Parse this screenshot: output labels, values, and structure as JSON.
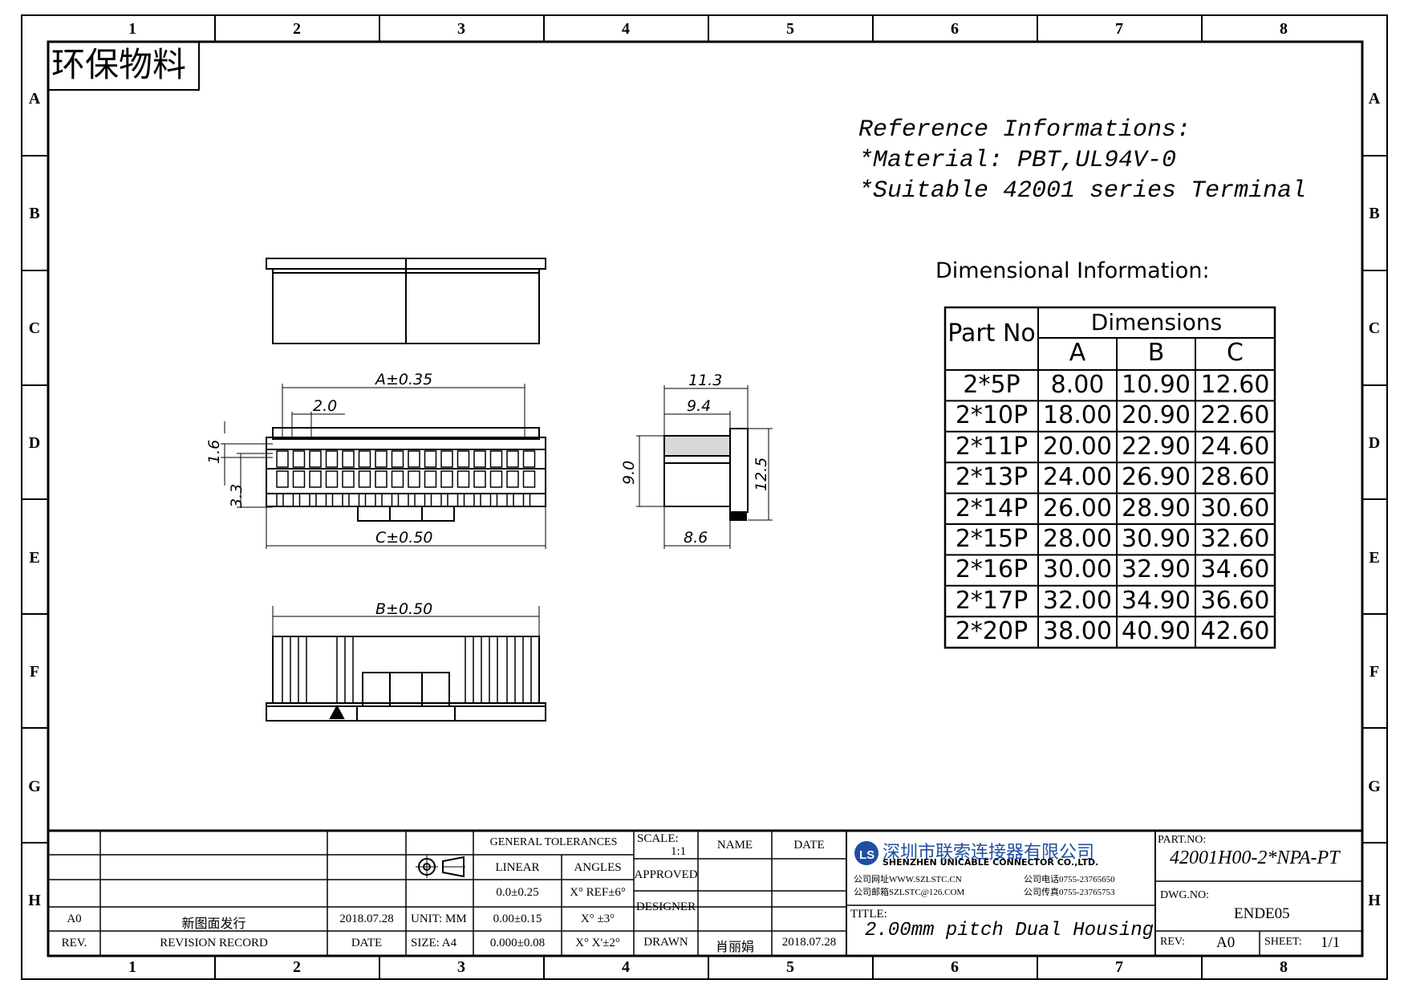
{
  "stamp": "环保物料",
  "grid": {
    "columns": [
      "1",
      "2",
      "3",
      "4",
      "5",
      "6",
      "7",
      "8"
    ],
    "rows": [
      "A",
      "B",
      "C",
      "D",
      "E",
      "F",
      "G",
      "H"
    ]
  },
  "reference": {
    "title": "Reference Informations:",
    "material": "*Material: PBT,UL94V-0",
    "terminal": "*Suitable 42001 series Terminal"
  },
  "dimensional": {
    "title": "Dimensional Information:",
    "header_part": "Part No",
    "header_dims": "Dimensions",
    "cols": [
      "A",
      "B",
      "C"
    ],
    "rows": [
      {
        "part": "2*5P",
        "a": "8.00",
        "b": "10.90",
        "c": "12.60"
      },
      {
        "part": "2*10P",
        "a": "18.00",
        "b": "20.90",
        "c": "22.60"
      },
      {
        "part": "2*11P",
        "a": "20.00",
        "b": "22.90",
        "c": "24.60"
      },
      {
        "part": "2*13P",
        "a": "24.00",
        "b": "26.90",
        "c": "28.60"
      },
      {
        "part": "2*14P",
        "a": "26.00",
        "b": "28.90",
        "c": "30.60"
      },
      {
        "part": "2*15P",
        "a": "28.00",
        "b": "30.90",
        "c": "32.60"
      },
      {
        "part": "2*16P",
        "a": "30.00",
        "b": "32.90",
        "c": "34.60"
      },
      {
        "part": "2*17P",
        "a": "32.00",
        "b": "34.90",
        "c": "36.60"
      },
      {
        "part": "2*20P",
        "a": "38.00",
        "b": "40.90",
        "c": "42.60"
      }
    ]
  },
  "dims": {
    "a": "A±0.35",
    "pitch": "2.0",
    "c": "C±0.50",
    "b": "B±0.50",
    "h1": "1.6",
    "h2": "3.3",
    "w1": "11.3",
    "w2": "9.4",
    "h3": "9.0",
    "h4": "12.5",
    "w3": "8.6"
  },
  "title_block": {
    "gen_tol": "GENERAL TOLERANCES",
    "linear": "LINEAR",
    "angles": "ANGLES",
    "lin1": "0.0±0.25",
    "ang1": "X° REF±6°",
    "unit": "UNIT: MM",
    "lin2": "0.00±0.15",
    "ang2": "X° ±3°",
    "size": "SIZE: A4",
    "lin3": "0.000±0.08",
    "ang3": "X° X'±2°",
    "scale_label": "SCALE:",
    "scale_value": "1:1",
    "name": "NAME",
    "date": "DATE",
    "approved": "APPROVED",
    "designer": "DESIGNER",
    "drawn": "DRAWN",
    "drawn_name": "肖丽娟",
    "drawn_date": "2018.07.28",
    "rev_a0": "A0",
    "rev_desc": "新图面发行",
    "rev_date": "2018.07.28",
    "rev_hdr": "REV.",
    "rev_record": "REVISION RECORD",
    "date_hdr": "DATE",
    "company_cn": "深圳市联索连接器有限公司",
    "company_en": "SHENZHEN UNICABLE CONNECTOR CO.,LTD.",
    "web": "公司网址WWW.SZLSTC.CN",
    "tel": "公司电话0755-23765650",
    "mail": "公司邮箱SZLSTC@126.COM",
    "fax": "公司传真0755-23765753",
    "title_label": "TITLE:",
    "title_value": "2.00mm pitch Dual Housing",
    "part_label": "PART.NO:",
    "part_value": "42001H00-2*NPA-PT",
    "dwg_label": "DWG.NO:",
    "dwg_value": "ENDE05",
    "rev_label": "REV:",
    "rev_value": "A0",
    "sheet_label": "SHEET:",
    "sheet_value": "1/1"
  }
}
